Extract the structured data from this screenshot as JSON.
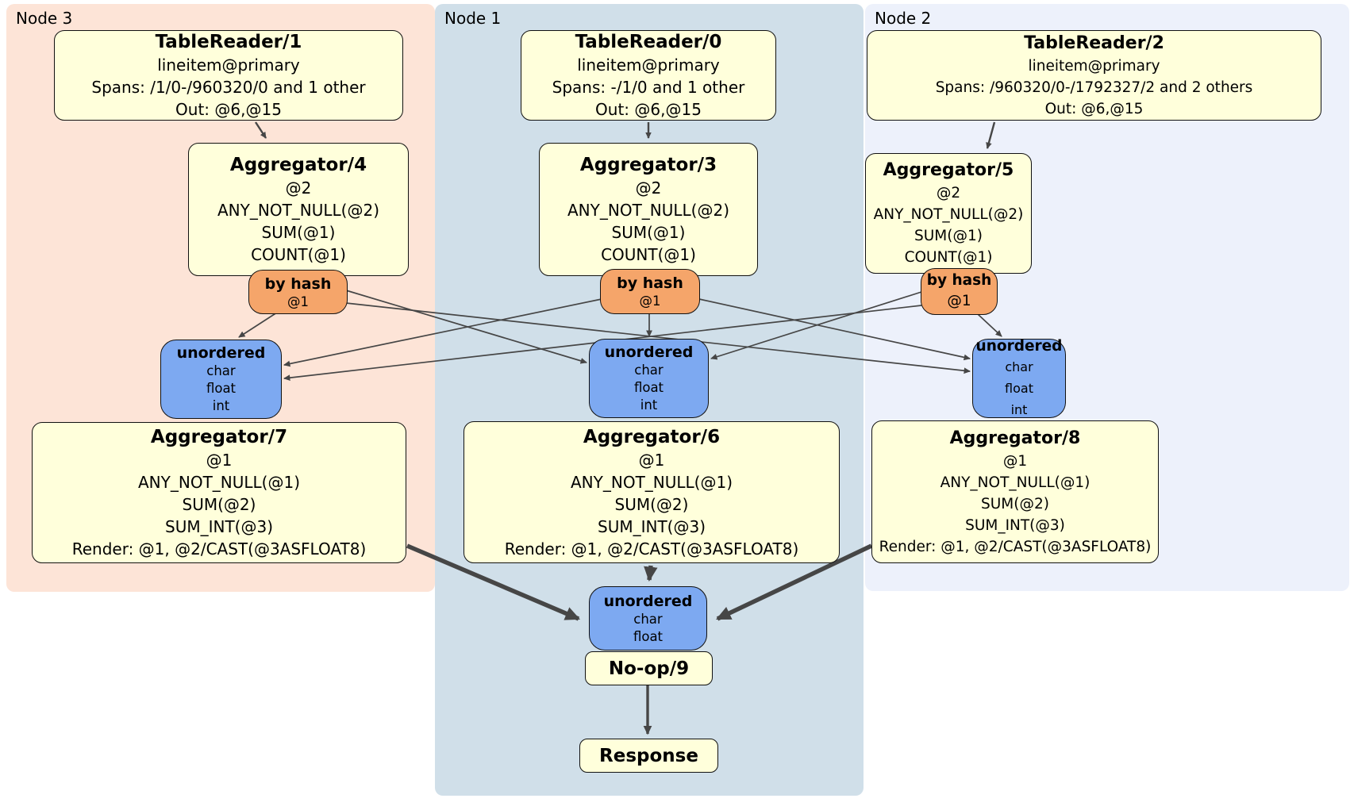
{
  "nodes": {
    "node3": {
      "label": "Node 3",
      "tablereader": {
        "title": "TableReader/1",
        "lines": [
          "lineitem@primary",
          "Spans: /1/0-/960320/0 and 1 other",
          "Out: @6,@15"
        ]
      },
      "aggregator_top": {
        "title": "Aggregator/4",
        "lines": [
          "@2",
          "ANY_NOT_NULL(@2)",
          "SUM(@1)",
          "COUNT(@1)"
        ]
      },
      "router": {
        "title": "by hash",
        "lines": [
          "@1"
        ]
      },
      "sync": {
        "title": "unordered",
        "lines": [
          "char",
          "float",
          "int"
        ]
      },
      "aggregator_final": {
        "title": "Aggregator/7",
        "lines": [
          "@1",
          "ANY_NOT_NULL(@1)",
          "SUM(@2)",
          "SUM_INT(@3)",
          "Render: @1, @2/CAST(@3ASFLOAT8)"
        ]
      }
    },
    "node1": {
      "label": "Node 1",
      "tablereader": {
        "title": "TableReader/0",
        "lines": [
          "lineitem@primary",
          "Spans: -/1/0 and 1 other",
          "Out: @6,@15"
        ]
      },
      "aggregator_top": {
        "title": "Aggregator/3",
        "lines": [
          "@2",
          "ANY_NOT_NULL(@2)",
          "SUM(@1)",
          "COUNT(@1)"
        ]
      },
      "router": {
        "title": "by hash",
        "lines": [
          "@1"
        ]
      },
      "sync": {
        "title": "unordered",
        "lines": [
          "char",
          "float",
          "int"
        ]
      },
      "aggregator_final": {
        "title": "Aggregator/6",
        "lines": [
          "@1",
          "ANY_NOT_NULL(@1)",
          "SUM(@2)",
          "SUM_INT(@3)",
          "Render: @1, @2/CAST(@3ASFLOAT8)"
        ]
      },
      "merge_sync": {
        "title": "unordered",
        "lines": [
          "char",
          "float"
        ]
      },
      "noop": {
        "title": "No-op/9"
      },
      "response": {
        "title": "Response"
      }
    },
    "node2": {
      "label": "Node 2",
      "tablereader": {
        "title": "TableReader/2",
        "lines": [
          "lineitem@primary",
          "Spans: /960320/0-/1792327/2 and 2 others",
          "Out: @6,@15"
        ]
      },
      "aggregator_top": {
        "title": "Aggregator/5",
        "lines": [
          "@2",
          "ANY_NOT_NULL(@2)",
          "SUM(@1)",
          "COUNT(@1)"
        ]
      },
      "router": {
        "title": "by hash",
        "lines": [
          "@1"
        ]
      },
      "sync": {
        "title": "unordered",
        "lines": [
          "char",
          "float",
          "int"
        ]
      },
      "aggregator_final": {
        "title": "Aggregator/8",
        "lines": [
          "@1",
          "ANY_NOT_NULL(@1)",
          "SUM(@2)",
          "SUM_INT(@3)",
          "Render: @1, @2/CAST(@3ASFLOAT8)"
        ]
      }
    }
  },
  "colors": {
    "node3_bg": "#fde4d7",
    "node1_bg": "#d0dfe9",
    "node2_bg": "#edf1fb",
    "processor_fill": "#ffffdb",
    "router_fill": "#f5a56a",
    "sync_fill": "#7da9f1",
    "edge": "#464646"
  }
}
